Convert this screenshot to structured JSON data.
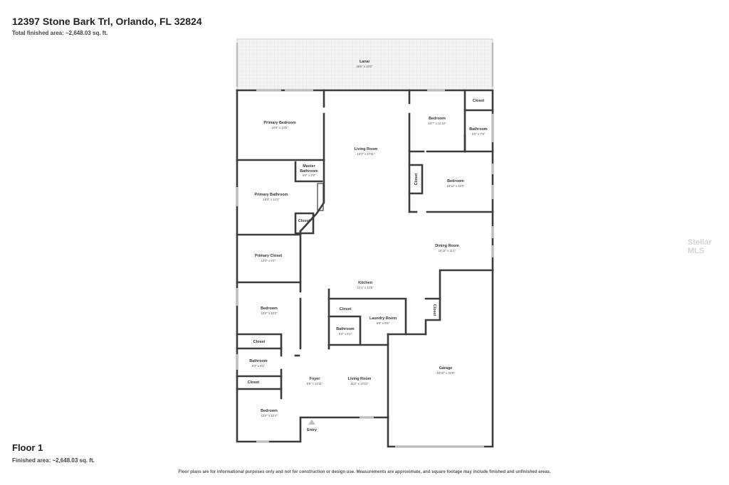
{
  "header": {
    "address": "12397 Stone Bark Trl, Orlando, FL 32824",
    "total_area": "Total finished area: ~2,648.03 sq. ft."
  },
  "floor": {
    "title": "Floor 1",
    "finished_area": "Finished area: ~2,648.03 sq. ft."
  },
  "disclaimer": "Floor plans are for informational purposes only and not for construction or design use. Measurements are approximate, and square footage may include finished and unfinished areas.",
  "watermark": "Stellar MLS",
  "rooms": {
    "lanai": {
      "name": "Lanai",
      "dim": "49'9\" x 10'0\""
    },
    "primary_bedroom": {
      "name": "Primary Bedroom",
      "dim": "16'6\" x 13'5\""
    },
    "living_room_main": {
      "name": "Living Room",
      "dim": "16'3\" x 27'11\""
    },
    "bedroom_ne": {
      "name": "Bedroom",
      "dim": "10'7\" x 11'10\""
    },
    "closet_ne": {
      "name": "Closet"
    },
    "bathroom_ne": {
      "name": "Bathroom",
      "dim": "5'0\" x 7'9\""
    },
    "master_bathroom": {
      "name": "Master",
      "name2": "Bathroom",
      "dim": "5'0\" x 3'9\""
    },
    "closet_east": {
      "name": "Closet"
    },
    "bedroom_east": {
      "name": "Bedroom",
      "dim": "15'11\" x 11'6\""
    },
    "primary_bathroom": {
      "name": "Primary Bathroom",
      "dim": "15'3\" x 14'2\""
    },
    "closet_primary": {
      "name": "Closet"
    },
    "dining_room": {
      "name": "Dining Room",
      "dim": "15'11\" x 11'1\""
    },
    "primary_closet": {
      "name": "Primary Closet",
      "dim": "12'0\" x 9'1\""
    },
    "kitchen": {
      "name": "Kitchen",
      "dim": "21'1\" x 12'9\""
    },
    "bedroom_w1": {
      "name": "Bedroom",
      "dim": "12'0\" x 12'0\""
    },
    "closet_kitchen": {
      "name": "Closet"
    },
    "laundry_room": {
      "name": "Laundry Room",
      "dim": "8'9\" x 8'6\""
    },
    "closet_garage": {
      "name": "Closet"
    },
    "bathroom_mid": {
      "name": "Bathroom",
      "dim": "5'4\" x 5'1\""
    },
    "closet_w1": {
      "name": "Closet"
    },
    "bathroom_w": {
      "name": "Bathroom",
      "dim": "8'2\" x 5'1\""
    },
    "garage": {
      "name": "Garage",
      "dim": "19'10\" x 34'0\""
    },
    "foyer": {
      "name": "Foyer",
      "dim": "5'8\" x 13'11\""
    },
    "living_room_2": {
      "name": "Living Room",
      "dim": "11'2\" x 13'10\""
    },
    "closet_w2": {
      "name": "Closet"
    },
    "bedroom_w2": {
      "name": "Bedroom",
      "dim": "12'0\" x 12'4\""
    },
    "entry": {
      "name": "Entry"
    }
  }
}
